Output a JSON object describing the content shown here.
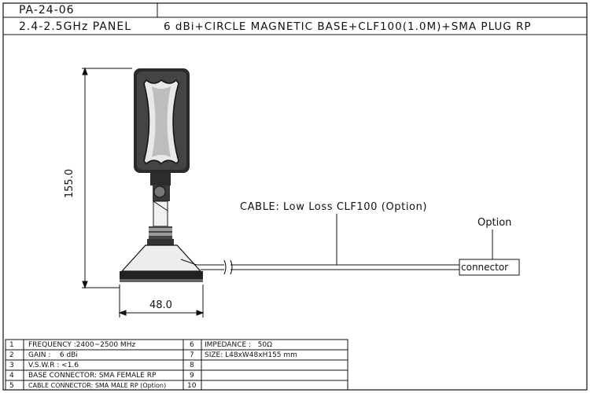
{
  "header": {
    "model": "PA-24-06",
    "band": "2.4-2.5GHz PANEL",
    "description": "6 dBi+CIRCLE MAGNETIC BASE+CLF100(1.0M)+SMA PLUG RP"
  },
  "drawing": {
    "height_dim": "155.0",
    "width_dim": "48.0",
    "cable_label": "CABLE: Low Loss CLF100 (Option)",
    "option_label": "Option",
    "connector_label": "connector"
  },
  "specs": [
    {
      "num": "1",
      "text": "FREQUENCY :2400~2500 MHz"
    },
    {
      "num": "2",
      "text": "GAIN :    6 dBi"
    },
    {
      "num": "3",
      "text": "V.S.W.R : <1.6"
    },
    {
      "num": "4",
      "text": "BASE CONNECTOR: SMA FEMALE RP"
    },
    {
      "num": "5",
      "text": "CABLE CONNECTOR: SMA MALE RP (Option)"
    },
    {
      "num": "6",
      "text": "IMPEDANCE :   50Ω"
    },
    {
      "num": "7",
      "text": "SIZE: L48xW48xH155 mm"
    },
    {
      "num": "8",
      "text": ""
    },
    {
      "num": "9",
      "text": ""
    },
    {
      "num": "10",
      "text": ""
    }
  ]
}
